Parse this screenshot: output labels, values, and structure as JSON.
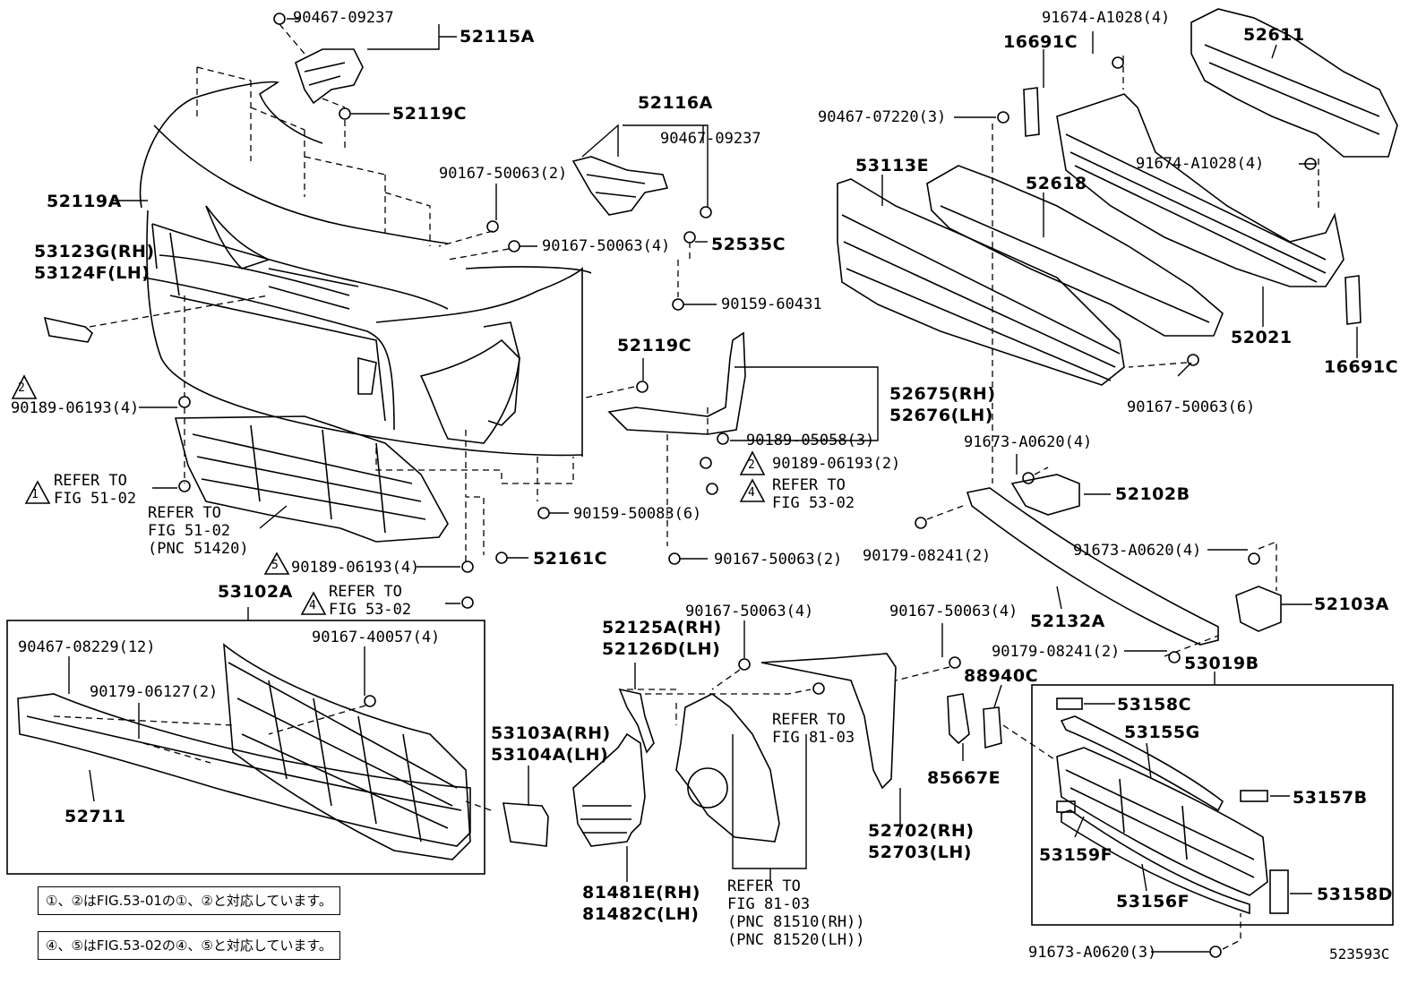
{
  "diagram_id": "523593C",
  "parts": {
    "p52115A": "52115A",
    "p90467_09237a": "90467-09237",
    "p52119C_top": "52119C",
    "p52116A": "52116A",
    "p90467_09237b": "90467-09237",
    "p90167_50063_2a": "90167-50063(2)",
    "p52119A": "52119A",
    "p53123G": "53123G(RH)",
    "p53124F": "53124F(LH)",
    "p90167_50063_4a": "90167-50063(4)",
    "p52535C": "52535C",
    "p90159_60431": "90159-60431",
    "p52119C_mid": "52119C",
    "p90189_06193_4a": "90189-06193(4)",
    "p52675": "52675(RH)",
    "p52676": "52676(LH)",
    "p90189_05058": "90189-05058(3)",
    "p90189_06193_2": "90189-06193(2)",
    "p90159_50083": "90159-50083(6)",
    "p90167_50063_2b": "90167-50063(2)",
    "p52161C": "52161C",
    "p90189_06193_4b": "90189-06193(4)",
    "p53102A": "53102A",
    "p90467_08229": "90467-08229(12)",
    "p90167_40057": "90167-40057(4)",
    "p90179_06127": "90179-06127(2)",
    "p52711": "52711",
    "p53103A": "53103A(RH)",
    "p53104A": "53104A(LH)",
    "p52125A": "52125A(RH)",
    "p52126D": "52126D(LH)",
    "p90167_50063_4b": "90167-50063(4)",
    "p81481E": "81481E(RH)",
    "p81482C": "81482C(LH)",
    "p90167_50063_4c": "90167-50063(4)",
    "p52702": "52702(RH)",
    "p52703": "52703(LH)",
    "p88940C": "88940C",
    "p85667E": "85667E",
    "p16691C_top": "16691C",
    "p91674_A1028a": "91674-A1028(4)",
    "p52611": "52611",
    "p90467_07220": "90467-07220(3)",
    "p53113E": "53113E",
    "p52618": "52618",
    "p91674_A1028b": "91674-A1028(4)",
    "p52021": "52021",
    "p16691C_bot": "16691C",
    "p90167_50063_6": "90167-50063(6)",
    "p91673_A0620a": "91673-A0620(4)",
    "p52102B": "52102B",
    "p90179_08241a": "90179-08241(2)",
    "p91673_A0620b": "91673-A0620(4)",
    "p52132A": "52132A",
    "p52103A": "52103A",
    "p90179_08241b": "90179-08241(2)",
    "p53019B": "53019B",
    "p53158C": "53158C",
    "p53155G": "53155G",
    "p53157B": "53157B",
    "p53159F": "53159F",
    "p53156F": "53156F",
    "p53158D": "53158D",
    "p91673_A0620c": "91673-A0620(3)"
  },
  "refs": {
    "r1_marker": "1",
    "r1_a": "REFER TO",
    "r1_b": "FIG 51-02",
    "r_under_a": "REFER TO",
    "r_under_b": "FIG 51-02",
    "r_under_c": "(PNC 51420)",
    "r2_marker": "2",
    "r2b_marker": "2",
    "r4_marker": "4",
    "r4_a": "REFER TO",
    "r4_b": "FIG 53-02",
    "r5_marker": "5",
    "r4b_marker": "4",
    "r4b_a": "REFER TO",
    "r4b_b": "FIG 53-02",
    "r8103_a": "REFER TO",
    "r8103_b": "FIG 81-03",
    "r8103b_a": "REFER TO",
    "r8103b_b": "FIG 81-03",
    "r8103b_c": "(PNC 81510(RH))",
    "r8103b_d": "(PNC 81520(LH))"
  },
  "notes": {
    "note1": "①、②はFIG.53-01の①、②と対応しています。",
    "note2": "④、⑤はFIG.53-02の④、⑤と対応しています。"
  }
}
